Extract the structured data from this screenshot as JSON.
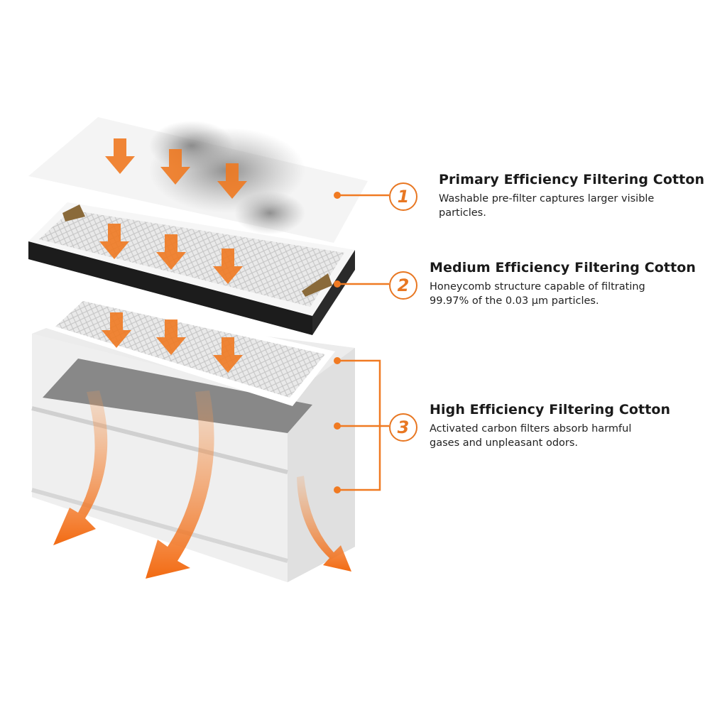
{
  "accent_color": "#f07a22",
  "layers": [
    {
      "number": "1",
      "title": "Primary Efficiency Filtering Cotton",
      "description": "Washable pre-filter captures larger visible particles."
    },
    {
      "number": "2",
      "title": "Medium Efficiency Filtering Cotton",
      "description": "Honeycomb structure capable of filtrating 99.97% of the 0.03 μm particles."
    },
    {
      "number": "3",
      "title": "High Efficiency Filtering Cotton",
      "description": "Activated carbon filters absorb harmful gases and unpleasant odors."
    }
  ]
}
